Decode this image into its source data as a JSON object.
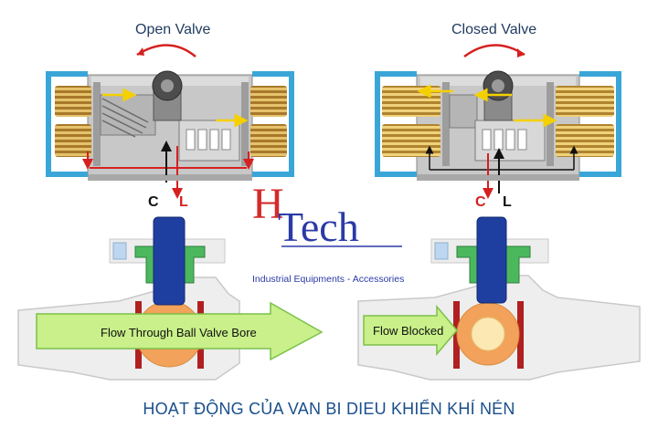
{
  "titles": {
    "open": "Open Valve",
    "closed": "Closed Valve"
  },
  "ports": {
    "open_c": "C",
    "open_l": "L",
    "closed_c": "C",
    "closed_l": "L"
  },
  "flow": {
    "open_label": "Flow Through Ball Valve Bore",
    "closed_label": "Flow Blocked"
  },
  "brand": {
    "h": "H",
    "tech": "Tech",
    "tagline": "Industrial Equipments - Accessories"
  },
  "caption": "HOẠT ĐỘNG CỦA VAN BI DIEU KHIỂN KHÍ NÉN",
  "colors": {
    "cap_blue": "#3aa6d8",
    "spring_gold": "#c89b3a",
    "body_gray": "#c9c9c9",
    "air_red": "#d62020",
    "stem_blue": "#1f3fa0",
    "bonnet_green": "#4cb85e",
    "ball_orange": "#f2a25a",
    "flow_green": "#c9f08a",
    "brand_red": "#d42b2b",
    "brand_blue": "#2b3aa6"
  }
}
